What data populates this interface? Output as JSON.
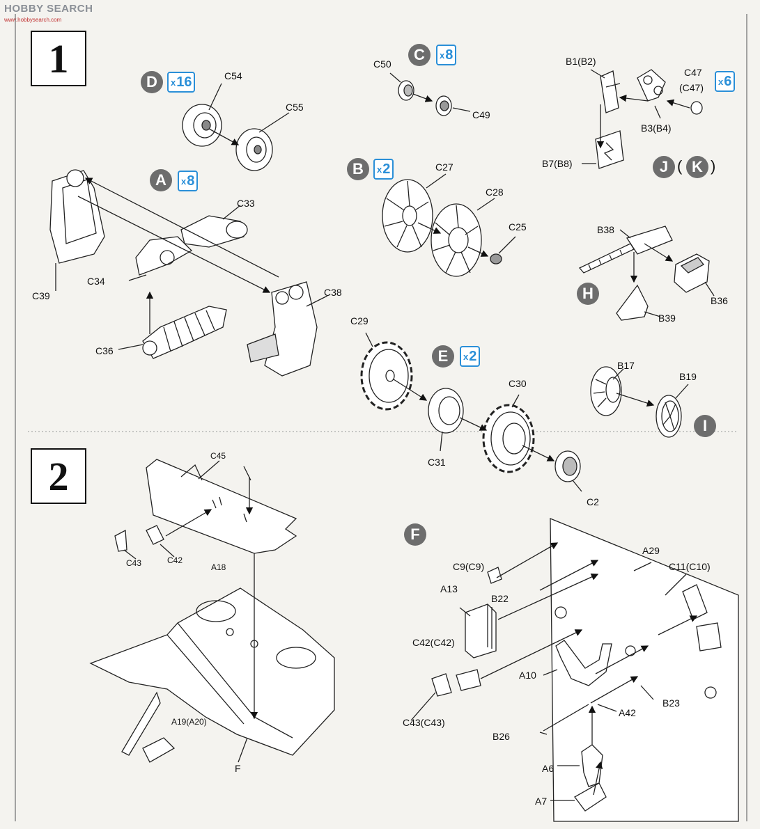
{
  "watermark": {
    "text": "HOBBY SEARCH",
    "sub": "www.hobbysearch.com"
  },
  "steps": {
    "step1": "1",
    "step2": "2"
  },
  "step1": {
    "groups": [
      {
        "letter": "D",
        "qty": "16"
      },
      {
        "letter": "A",
        "qty": "8"
      },
      {
        "letter": "C",
        "qty": "8"
      },
      {
        "letter": "B",
        "qty": "2"
      },
      {
        "letter": "E",
        "qty": "2"
      },
      {
        "letter": "J",
        "qty": "6"
      },
      {
        "letter": "K"
      },
      {
        "letter": "H"
      },
      {
        "letter": "I"
      }
    ],
    "parts": {
      "C54": "C54",
      "C55": "C55",
      "C33": "C33",
      "C34": "C34",
      "C39": "C39",
      "C36": "C36",
      "C38": "C38",
      "C50": "C50",
      "C49": "C49",
      "C27": "C27",
      "C28": "C28",
      "C25": "C25",
      "B1": "B1(B2)",
      "C47": "C47",
      "C47b": "(C47)",
      "B3": "B3(B4)",
      "B7": "B7(B8)",
      "B38": "B38",
      "B36": "B36",
      "B39": "B39",
      "C29": "C29",
      "C30": "C30",
      "C31": "C31",
      "C2": "C2",
      "B17": "B17",
      "B19": "B19"
    },
    "paren_open": "(",
    "paren_close": ")"
  },
  "step2": {
    "groups": [
      {
        "letter": "F"
      }
    ],
    "parts": {
      "C45": "C45",
      "C43": "C43",
      "C42": "C42",
      "A18": "A18",
      "A19": "A19(A20)",
      "F": "F",
      "C9": "C9(C9)",
      "A13": "A13",
      "B22": "B22",
      "A29": "A29",
      "C11": "C11(C10)",
      "C42b": "C42(C42)",
      "C43b": "C43(C43)",
      "A10": "A10",
      "A42": "A42",
      "B23": "B23",
      "B26": "B26",
      "A6": "A6",
      "A7": "A7"
    }
  }
}
